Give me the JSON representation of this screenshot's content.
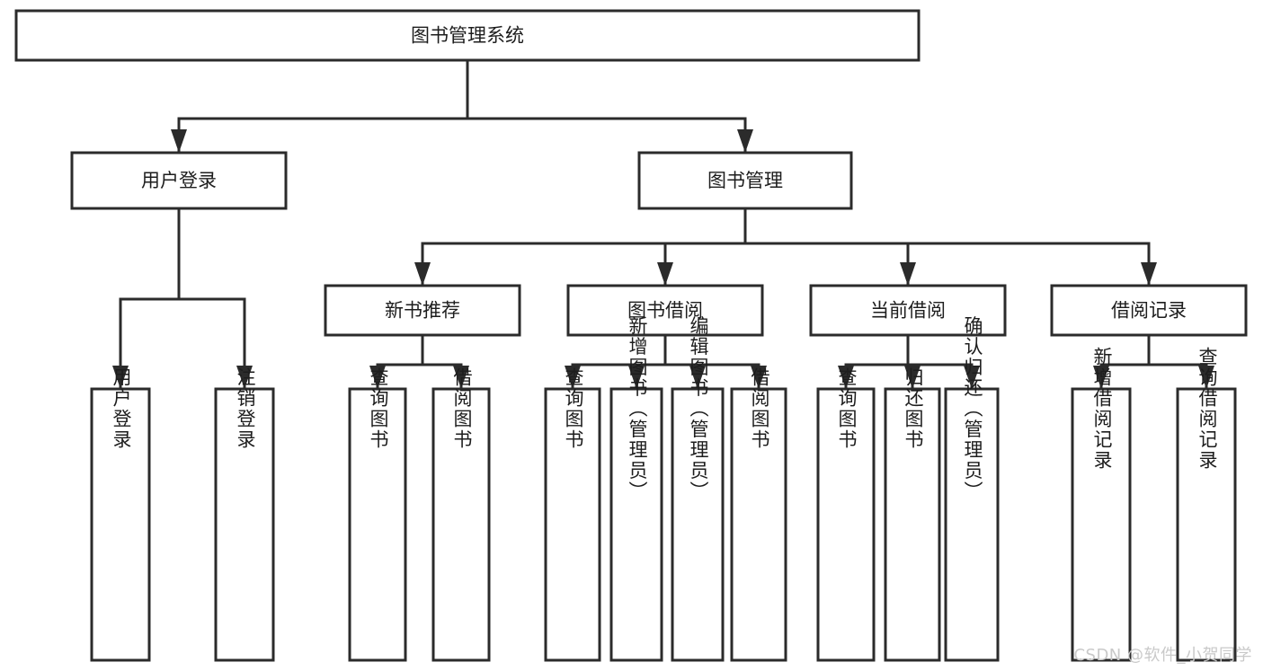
{
  "diagram": {
    "type": "tree",
    "title": "图书管理系统",
    "orientation": "top-down",
    "colors": {
      "box_fill": "#ffffff",
      "box_stroke": "#2b2b2b",
      "text": "#1d1d1d",
      "background": "#ffffff",
      "watermark": "#c9c9c9"
    },
    "nodes": {
      "root": {
        "label": "图书管理系统",
        "orientation": "horizontal"
      },
      "level1": [
        {
          "label": "用户登录",
          "orientation": "horizontal"
        },
        {
          "label": "图书管理",
          "orientation": "horizontal"
        }
      ],
      "level2": [
        {
          "label": "新书推荐",
          "orientation": "horizontal"
        },
        {
          "label": "图书借阅",
          "orientation": "horizontal"
        },
        {
          "label": "当前借阅",
          "orientation": "horizontal"
        },
        {
          "label": "借阅记录",
          "orientation": "horizontal"
        }
      ],
      "leaves_user_login": [
        {
          "label": "用户登录",
          "orientation": "vertical"
        },
        {
          "label": "注销登录",
          "orientation": "vertical"
        }
      ],
      "leaves_new_books": [
        {
          "label": "查询图书",
          "orientation": "vertical"
        },
        {
          "label": "借阅图书",
          "orientation": "vertical"
        }
      ],
      "leaves_borrow": [
        {
          "label": "查询图书",
          "orientation": "vertical"
        },
        {
          "label": "新增图书（管理员）",
          "orientation": "vertical"
        },
        {
          "label": "编辑图书（管理员）",
          "orientation": "vertical"
        },
        {
          "label": "借阅图书",
          "orientation": "vertical"
        }
      ],
      "leaves_current": [
        {
          "label": "查询图书",
          "orientation": "vertical"
        },
        {
          "label": "归还图书",
          "orientation": "vertical"
        },
        {
          "label": "确认归还（管理员）",
          "orientation": "vertical"
        }
      ],
      "leaves_records": [
        {
          "label": "新增借阅记录",
          "orientation": "vertical"
        },
        {
          "label": "查询借阅记录",
          "orientation": "vertical"
        }
      ]
    },
    "edges": [
      {
        "from": "图书管理系统",
        "to": "用户登录"
      },
      {
        "from": "图书管理系统",
        "to": "图书管理"
      },
      {
        "from": "用户登录",
        "to": "用户登录"
      },
      {
        "from": "用户登录",
        "to": "注销登录"
      },
      {
        "from": "图书管理",
        "to": "新书推荐"
      },
      {
        "from": "图书管理",
        "to": "图书借阅"
      },
      {
        "from": "图书管理",
        "to": "当前借阅"
      },
      {
        "from": "图书管理",
        "to": "借阅记录"
      },
      {
        "from": "新书推荐",
        "to": "查询图书"
      },
      {
        "from": "新书推荐",
        "to": "借阅图书"
      },
      {
        "from": "图书借阅",
        "to": "查询图书"
      },
      {
        "from": "图书借阅",
        "to": "新增图书（管理员）"
      },
      {
        "from": "图书借阅",
        "to": "编辑图书（管理员）"
      },
      {
        "from": "图书借阅",
        "to": "借阅图书"
      },
      {
        "from": "当前借阅",
        "to": "查询图书"
      },
      {
        "from": "当前借阅",
        "to": "归还图书"
      },
      {
        "from": "当前借阅",
        "to": "确认归还（管理员）"
      },
      {
        "from": "借阅记录",
        "to": "新增借阅记录"
      },
      {
        "from": "借阅记录",
        "to": "查询借阅记录"
      }
    ]
  },
  "watermark": {
    "text": "CSDN @软件_小贺同学"
  }
}
